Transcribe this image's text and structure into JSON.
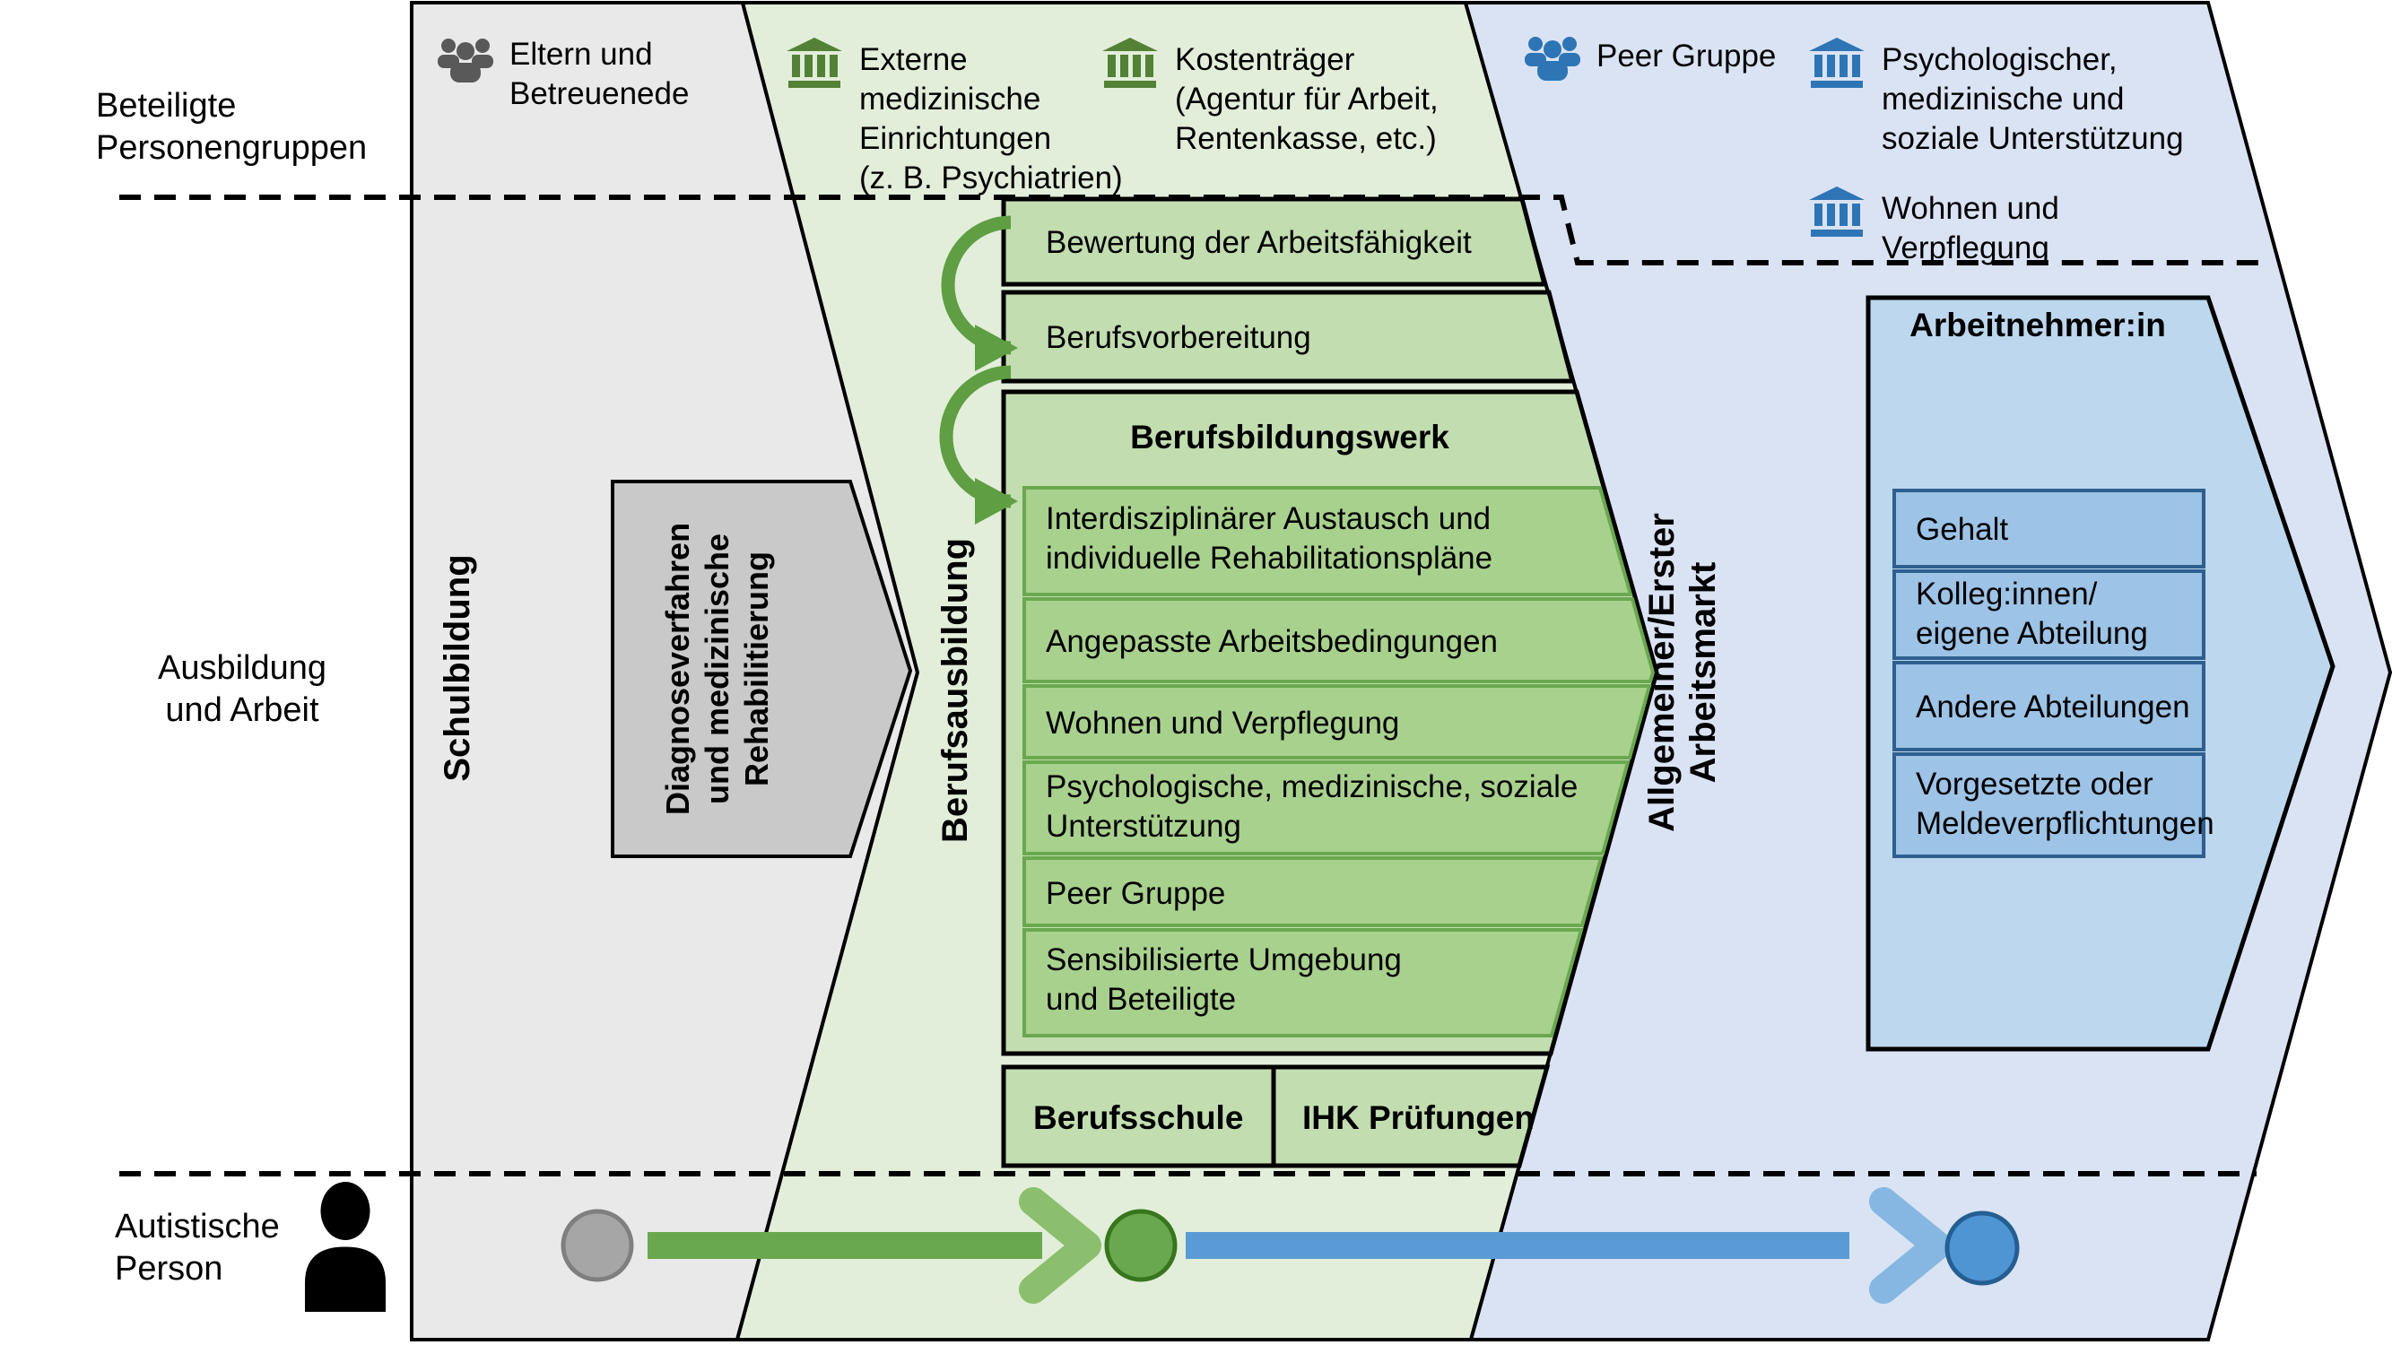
{
  "colors": {
    "band_gray": "#e9e9e9",
    "band_green": "#e2eeda",
    "band_blue": "#dae3f3",
    "box_green_light": "#c2ddb0",
    "box_green_item": "#a9d18e",
    "box_green_item_border": "#6aa84f",
    "diagnosis_gray": "#c9c9c9",
    "employee_box": "#bdd7ee",
    "employee_item": "#9dc3e6",
    "employee_item_border": "#2e5f8f",
    "icon_gray": "#595959",
    "icon_green": "#538135",
    "icon_blue": "#2e75b6",
    "arrow_green": "#6aa84f",
    "arrow_green_head": "#8bbf6d",
    "arrow_blue": "#5b9bd5",
    "arrow_blue_head": "#85b7e2",
    "circle_gray": "#a6a6a6",
    "circle_gray_border": "#7f7f7f",
    "circle_green": "#6aa84f",
    "circle_green_border": "#38761d",
    "circle_blue": "#4e95d4",
    "circle_blue_border": "#255e91",
    "curve_arrow": "#5f9e43",
    "outline": "#000000"
  },
  "row_labels": {
    "participants": "Beteiligte\nPersonengruppen",
    "education_work": "Ausbildung\nund Arbeit",
    "autistic_person": "Autistische\nPerson"
  },
  "phase_labels": {
    "school": "Schulbildung",
    "vocational_training": "Berufsausbildung",
    "labor_market": "Allgemeiner/Erster\nArbeitsmarkt"
  },
  "participant_groups": {
    "school": {
      "parents": "Eltern und\nBetreuenede"
    },
    "training": {
      "external_medical": "Externe\nmedizinische\nEinrichtungen\n(z. B. Psychiatrien)",
      "funders": "Kostenträger\n(Agentur für Arbeit,\nRentenkasse, etc.)"
    },
    "labor": {
      "peer_group": "Peer Gruppe",
      "support": "Psychologischer,\nmedizinische und\nsoziale Unterstützung",
      "housing": "Wohnen und\nVerpflegung"
    }
  },
  "diagnosis_box": "Diagnoseverfahren\nund medizinische\nRehabilitierung",
  "process": {
    "assessment": "Bewertung der Arbeitsfähigkeit",
    "preparation": "Berufsvorbereitung",
    "bbw_title": "Berufsbildungswerk",
    "bbw_items": [
      "Interdisziplinärer Austausch und\nindividuelle Rehabilitationspläne",
      "Angepasste Arbeitsbedingungen",
      "Wohnen und Verpflegung",
      "Psychologische, medizinische, soziale\nUnterstützung",
      "Peer Gruppe",
      "Sensibilisierte Umgebung\nund Beteiligte"
    ],
    "vocational_school": "Berufsschule",
    "exams": "IHK Prüfungen"
  },
  "employee": {
    "title": "Arbeitnehmer:in",
    "items": [
      "Gehalt",
      "Kolleg:innen/\neigene Abteilung",
      "Andere Abteilungen",
      "Vorgesetzte oder\nMeldeverpflichtungen"
    ]
  }
}
